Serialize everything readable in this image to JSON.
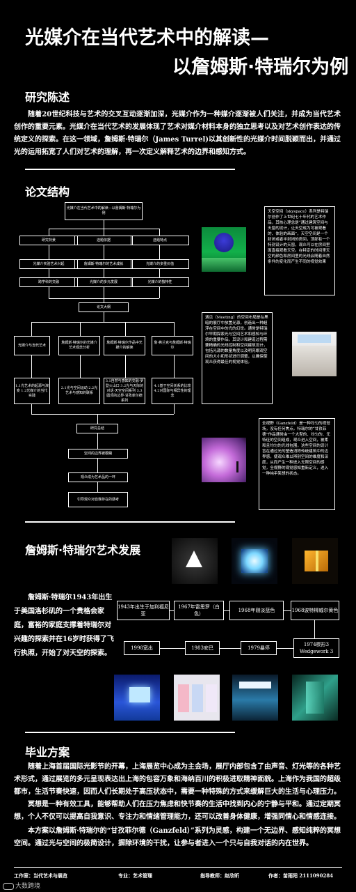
{
  "title": {
    "line1": "光媒介在当代艺术中的解读—",
    "line2": "以詹姆斯·特瑞尔为例"
  },
  "sections": {
    "overview": {
      "heading": "研究陈述",
      "text": "随着20世纪科技与艺术的交叉互动逐渐加深，光媒介作为一种媒介逐渐被人们关注，并成为当代艺术创作的重要元素。光媒介在当代艺术的发展体现了艺术对媒介材料本身的独立思考以及对艺术创作表达的传统定义的探索。在这一领域，詹姆斯·特瑞尔（James Turrel)以其创新性的光媒介时间脱颖而出，并通过光的运用拓宽了人们对艺术的理解，再一次定义解释艺术的边界和感知方式。"
    },
    "structure": {
      "heading": "论文结构"
    },
    "development": {
      "heading": "詹姆斯·特瑞尔艺术发展",
      "text": "詹姆斯·特瑞尔1943年出生于美国洛杉矶的一个贵格会家庭，富裕的家庭支撑着特瑞尔对兴趣的探索并在16岁时获得了飞行执照，开始了对天空的探索。"
    },
    "plan": {
      "heading": "毕业方案",
      "p1": "随着上海首届国际光影节的开幕，上海展览中心成为主会场，展厅内部包含了由声音、灯光等的各种艺术形式，通过展览的多元呈现表达出上海的包容万象和海纳百川的积极进取精神面貌。上海作为我国的超级都市，生活节奏快速，因而人们长期处于高压状态中，需要一种特殊的方式来缓解巨大的生活与心理压力。",
      "p2": "冥想是一种有效工具，能够帮助人们在压力焦虑和快节奏的生活中找到内心的宁静与平和。通过定期冥想，个人不仅可以提高自我意识、专注力和情绪管理能力，还可以改善身体健康，增强同情心和情感连接。",
      "p3": "本方案以詹姆斯·特瑞尔的“甘孜菲尔德（Ganzfeld）”系列为灵感，构建一个无边界、感知纯粹的冥想空间。通过光与空间的极简设计，摒除环境的干扰，让参与者进入一个只与自我对话的内在世界。"
    }
  },
  "flow": {
    "root": "光媒介在当代艺术中的解读—以詹姆斯·特瑞尔为例",
    "r1": [
      "研究背景",
      "选题依据",
      "选题特点"
    ],
    "r2": [
      "光媒介实验艺术兴起",
      "詹姆斯·特瑞尔的艺术成就",
      "光媒介的多重价值"
    ],
    "r3": [
      "跨学科的交融",
      "光媒介的多元发展",
      "光媒介的独特性"
    ],
    "outline": "论文大纲",
    "r4": [
      "光媒介与当代艺术",
      "詹姆斯·特瑞尔的光媒介艺术观念分析",
      "詹姆斯·特瑞尔作品中光媒介的解读",
      "詹·弗兰克与詹姆斯·特瑞尔"
    ],
    "r5": [
      "1.1光艺术的起源与演变 1.2光媒介的当代实践",
      "2.1光与空间运动 2.2光艺术与感知的联系",
      "3.1自然与感知的交融·罗登火山口 3.2光与天际的对话·天空空间系列 3.3圆顶的边界·甘孜菲尔德系列",
      "4.1基于空间关系的比较 4.2对国际与相异性的理念"
    ],
    "summary": "研究总结",
    "chain": [
      "空间的边界被模糊",
      "观众成为艺术品的一环",
      "引导观众对自我存在的感考"
    ]
  },
  "notes": {
    "skyspace": "天空空间（skyspace）系列是特瑞尔创作了上世纪七十年代的艺术作品，其核心理念是“通过建筑空间与天窗的设计，让天空成为可被观看的、体验的画面”，天空空间是一个封闭或者半封闭的房间，顶部有一个特别设计的天窗，观众可以在房间里面直接观看天空。在特定的时间里天空的颜色和房间里的光线会随着自然条件的变化而产生不同的视觉效果",
    "meeting": "遇见（Meeting）的空间布局是在黑暗的展厅中放置光源，创造出一种超浮在空间中的光的幻觉。通常是特瑞尔早期探索光与空间艺术和感知与环境的重要作品，其设计和建造过程需要精确的光线控制和空间建筑设计，包括光源的数量角度以及明亮眼观空间的大小和形状进行调整，以确保使观众获得最佳的视觉体验。",
    "ganzfeld": "全视野（Ganzfeld）是一种均匀的视觉场，没有任何焦点。特瑞尔的“甘孜菲德”作品通常由一个大型的、均匀的、无特征的空间组成，观众进入空间，被柔和且均匀的光线包围，这些空间的设计旨在通过光的塑造消除传统建筑中的边界感，使观众难以辨别空间的维度和深度，从而产生一种进入无限空间的感觉，全视野的观觉感知重新定义，进入一种纯乎笑想的状态。"
  },
  "timeline": [
    "1943年出生于加利福尼亚",
    "1967年雷思罗（白色）",
    "1968年刚淡蓝色",
    "1968波特柳威尔黄色",
    "1974楔形3 Wedgework 3",
    "1979暴停",
    "1983安巴",
    "1998宽出"
  ],
  "footer": {
    "work": "工作室：当代艺术与展览",
    "major": "专业：艺术管理",
    "advisor": "指导教师：赵欣昕",
    "author": "作者：苗雨阳   2111090284",
    "logo": "大数跨境"
  },
  "colors": {
    "bg": "#000000",
    "fg": "#ffffff"
  }
}
